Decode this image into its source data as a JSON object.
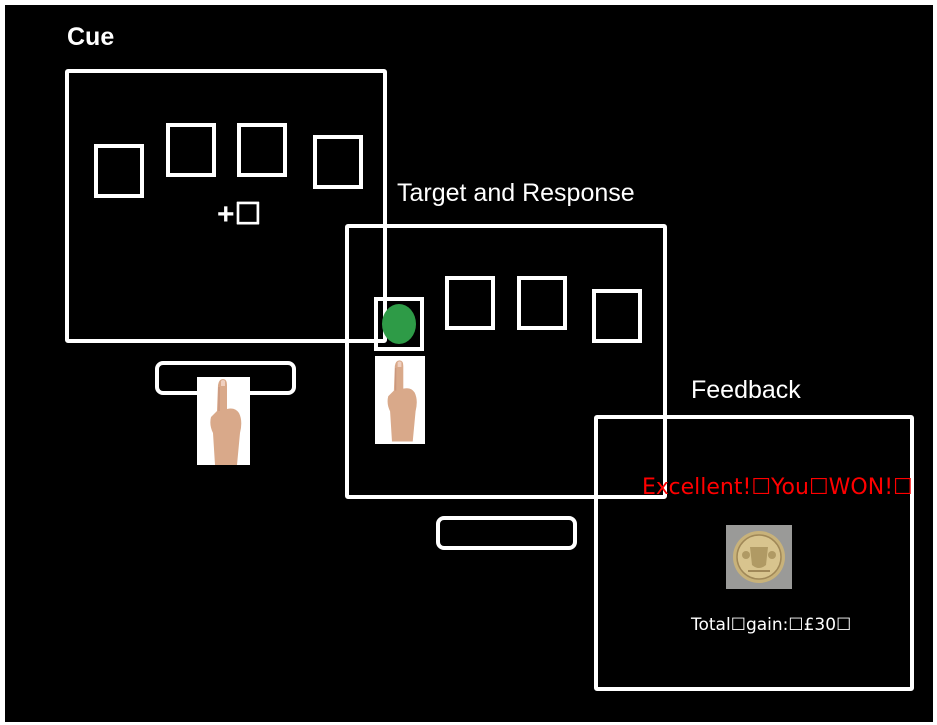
{
  "panels": {
    "cue": {
      "title": "Cue",
      "fixation": "+☐"
    },
    "target": {
      "title": "Target and Response"
    },
    "feedback": {
      "title": "Feedback",
      "message": "Excellent!☐You☐WON!☐",
      "total": "Total☐gain:☐£30☐"
    }
  },
  "colors": {
    "background": "#000000",
    "stroke": "#ffffff",
    "target_circle": "#2e9b47",
    "feedback_message": "#ff0000"
  },
  "icons": [
    "pointing-hand-icon",
    "pound-coin-icon"
  ]
}
